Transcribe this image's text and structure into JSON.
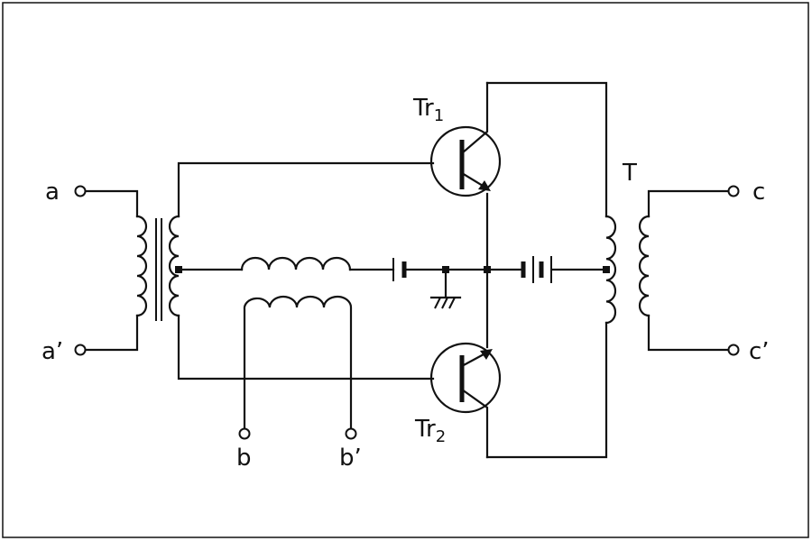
{
  "labels": {
    "a": "a",
    "a_prime": "a’",
    "b": "b",
    "b_prime": "b’",
    "c": "c",
    "c_prime": "c’",
    "tr1_base": "Tr",
    "tr1_sub": "1",
    "tr2_base": "Tr",
    "tr2_sub": "2",
    "transformer_T": "T"
  },
  "colors": {
    "line": "#111111",
    "background": "#ffffff"
  }
}
